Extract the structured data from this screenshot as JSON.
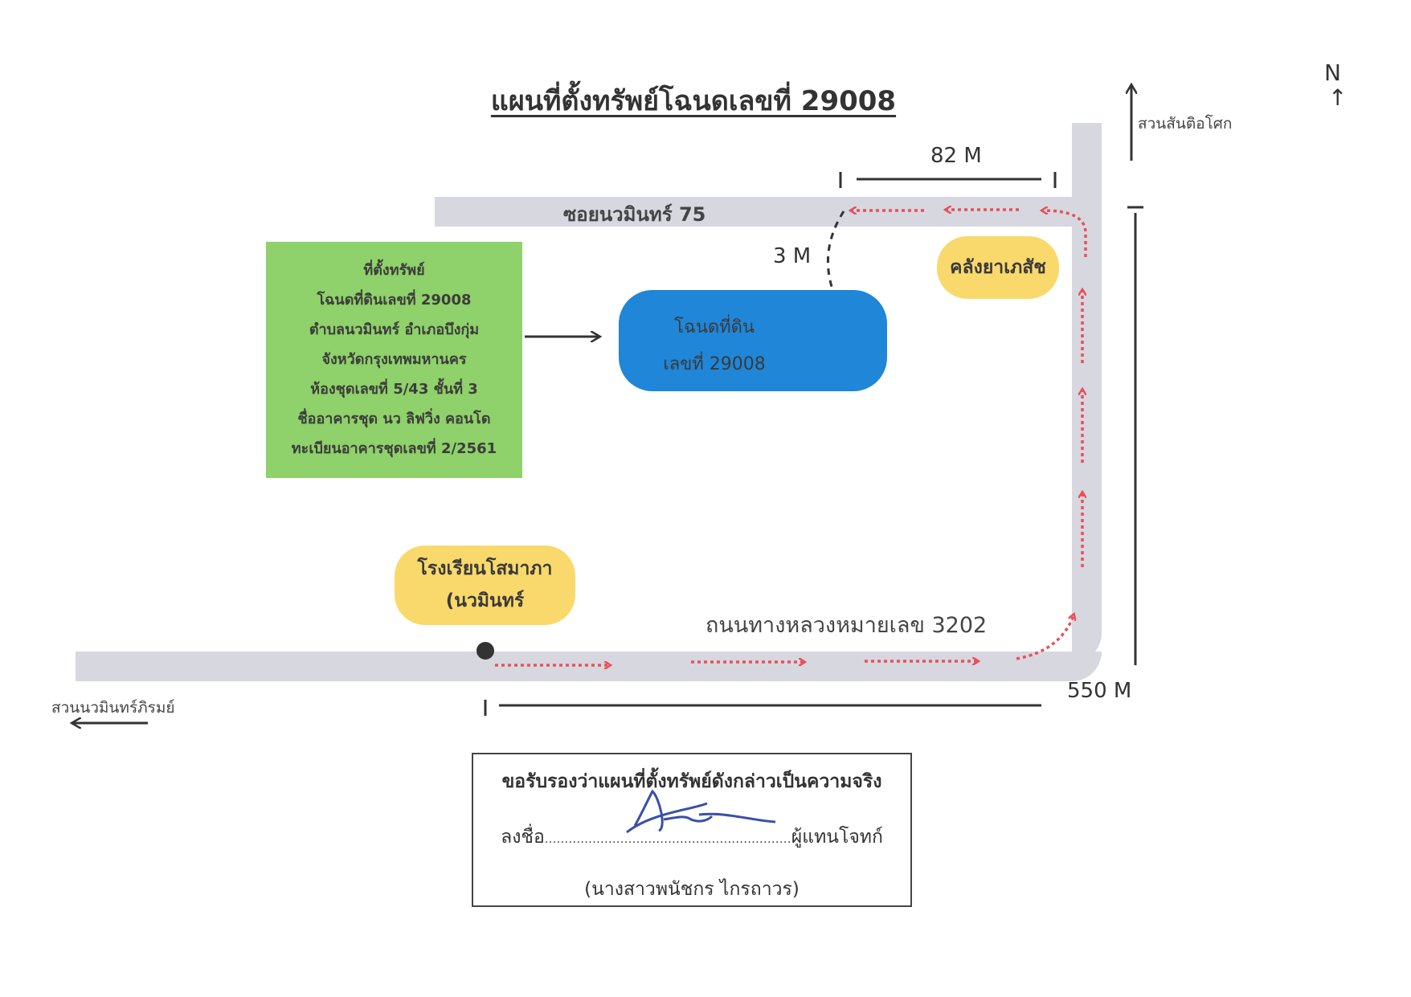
{
  "title": "แผนที่ตั้งทรัพย์โฉนดเลขที่ 29008",
  "north_label": "N",
  "labels": {
    "top_destination": "สวนสันติอโศก",
    "left_destination": "สวนนวมินทร์ภิรมย์",
    "soi": "ซอยนวมินทร์ 75",
    "highway": "ถนนทางหลวงหมายเลข 3202",
    "dist_82": "82 M",
    "dist_3": "3 M",
    "dist_550": "550 M"
  },
  "info_box": {
    "lines": [
      "ที่ตั้งทรัพย์",
      "โฉนดที่ดินเลขที่ 29008",
      "ตำบลนวมินทร์ อำเภอบึงกุ่ม",
      "จังหวัดกรุงเทพมหานคร",
      "ห้องชุดเลขที่ 5/43 ชั้นที่ 3",
      "ชื่ออาคารชุด นว ลิฟวิ่ง คอนโด",
      "ทะเบียนอาคารชุดเลขที่ 2/2561"
    ]
  },
  "plot": {
    "line1": "โฉนดที่ดิน",
    "line2": "เลขที่ 29008"
  },
  "landmarks": {
    "pharmacy_warehouse": "คลังยาเภสัช",
    "school_line1": "โรงเรียนโสมาภา",
    "school_line2": "(นวมินทร์"
  },
  "certification": {
    "line1": "ขอรับรองว่าแผนที่ตั้งทรัพย์ดังกล่าวเป็นความจริง",
    "sign_prefix": "ลงชื่อ",
    "sign_dots": "..............................................................",
    "sign_suffix": "ผู้แทนโจทก์",
    "name": "(นางสาวพนัชกร ไกรถาวร)"
  },
  "colors": {
    "road": "#d7d7df",
    "route_arrow": "#e8505b",
    "info_box": "#8fd16a",
    "plot": "#1f86d8",
    "landmark": "#f9d96b",
    "pin": "#e8505b",
    "signature_ink": "#3a4fa8"
  },
  "icons": [
    "map-pin-icon",
    "north-arrow-icon"
  ]
}
